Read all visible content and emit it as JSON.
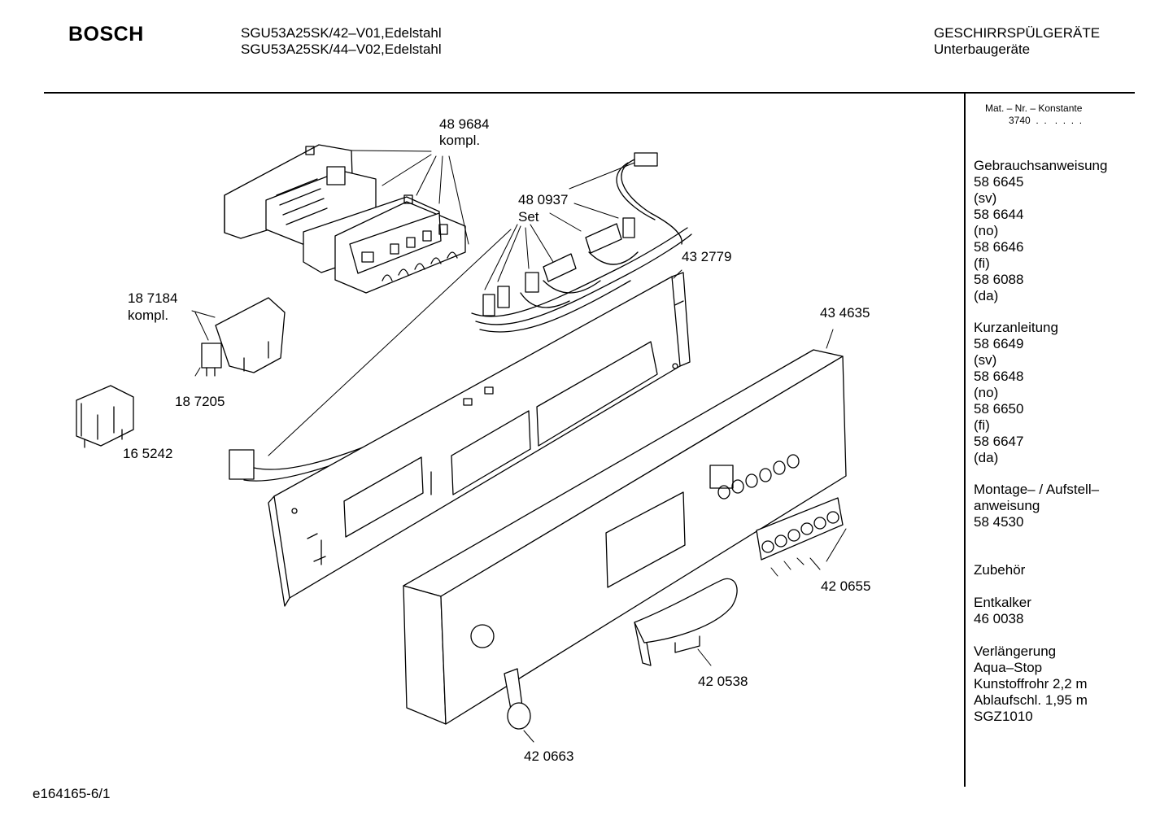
{
  "header": {
    "brand": "BOSCH",
    "model_lines": [
      "SGU53A25SK/42–V01,Edelstahl",
      "SGU53A25SK/44–V02,Edelstahl"
    ],
    "category": "GESCHIRRSPÜLGERÄTE",
    "subcategory": "Unterbaugeräte"
  },
  "sidebar": {
    "mat_nr_label": "Mat. – Nr. – Konstante",
    "mat_nr_value": "3740  .  .   .  .  .  .",
    "sections": [
      {
        "lines": [
          "Gebrauchsanweisung",
          "58 6645",
          "(sv)",
          "58 6644",
          "(no)",
          "58 6646",
          "(fi)",
          "58 6088",
          "(da)"
        ]
      },
      {
        "lines": [
          "Kurzanleitung",
          "58 6649",
          "(sv)",
          "58 6648",
          "(no)",
          "58 6650",
          "(fi)",
          "58 6647",
          "(da)"
        ]
      },
      {
        "lines": [
          "Montage– / Aufstell–",
          "anweisung",
          "58 4530"
        ]
      },
      {
        "lines": [
          "Zubehör"
        ]
      },
      {
        "lines": [
          "Entkalker",
          "46 0038"
        ]
      },
      {
        "lines": [
          "Verlängerung",
          "Aqua–Stop",
          "Kunstoffrohr 2,2 m",
          "Ablaufschl. 1,95 m",
          "SGZ1010"
        ]
      }
    ]
  },
  "parts": {
    "p489684": {
      "num": "48 9684",
      "note": "kompl."
    },
    "p480937": {
      "num": "48 0937",
      "note": "Set"
    },
    "p432779": {
      "num": "43 2779"
    },
    "p434635": {
      "num": "43 4635"
    },
    "p187184": {
      "num": "18 7184",
      "note": "kompl."
    },
    "p187205": {
      "num": "18 7205"
    },
    "p165242": {
      "num": "16 5242"
    },
    "p420655": {
      "num": "42 0655"
    },
    "p420538": {
      "num": "42 0538"
    },
    "p420663": {
      "num": "42 0663"
    }
  },
  "footer": {
    "code": "e164165-6/1"
  }
}
